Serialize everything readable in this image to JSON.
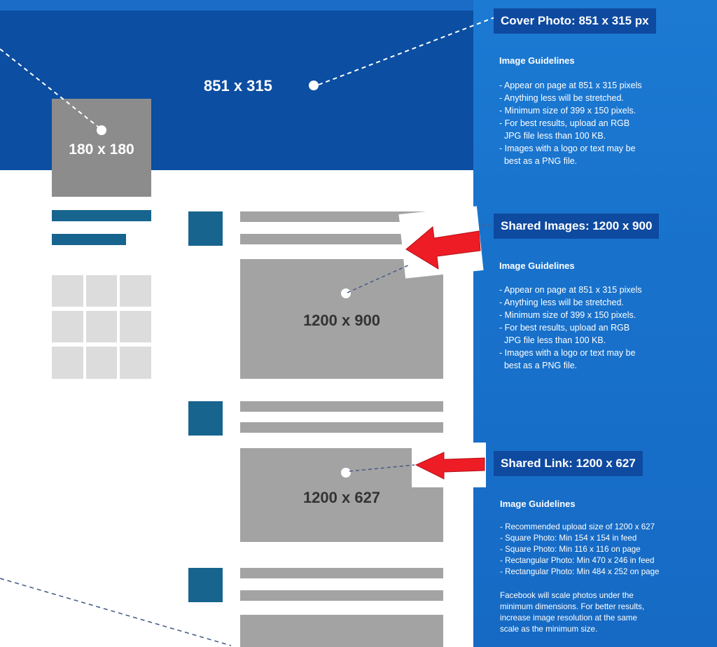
{
  "cover": {
    "label": "851 x 315"
  },
  "profile": {
    "label": "180 x 180"
  },
  "shared_image": {
    "label": "1200 x 900"
  },
  "shared_link": {
    "label": "1200 x 627"
  },
  "panel": {
    "cover_section": {
      "header": "Cover Photo: 851 x 315 px",
      "guidelines_title": "Image Guidelines",
      "lines": [
        "- Appear on page at 851 x 315 pixels",
        "- Anything less will be stretched.",
        "- Minimum size of 399 x 150 pixels.",
        "- For best results, upload an RGB",
        "  JPG file less than 100 KB.",
        "- Images with a logo or text may be",
        "  best as a PNG file."
      ]
    },
    "shared_images_section": {
      "header": "Shared Images: 1200 x 900",
      "guidelines_title": "Image Guidelines",
      "lines": [
        "- Appear on page at 851 x 315 pixels",
        "- Anything less will be stretched.",
        "- Minimum size of 399 x 150 pixels.",
        "- For best results, upload an RGB",
        "  JPG file less than 100 KB.",
        "- Images with a logo or text may be",
        "  best as a PNG file."
      ]
    },
    "shared_link_section": {
      "header": "Shared Link: 1200 x 627",
      "guidelines_title": "Image Guidelines",
      "lines": [
        "- Recommended upload size of 1200 x 627",
        "- Square Photo: Min 154 x 154 in feed",
        "- Square Photo: Min 116 x 116 on page",
        "- Rectangular Photo: Min 470 x 246 in feed",
        "- Rectangular Photo: Min 484 x 252 on page"
      ],
      "note_lines": [
        "Facebook will scale photos under the",
        "minimum dimensions. For better results,",
        "increase image resolution at the same",
        "scale as the minimum size."
      ]
    }
  },
  "colors": {
    "cover_blue": "#0b4ea2",
    "panel_blue": "#1872cc",
    "header_blue": "#0e4aa0",
    "bar_blue": "#17648f",
    "placeholder_gray": "#a3a3a3",
    "arrow_red": "#ee1c25"
  }
}
